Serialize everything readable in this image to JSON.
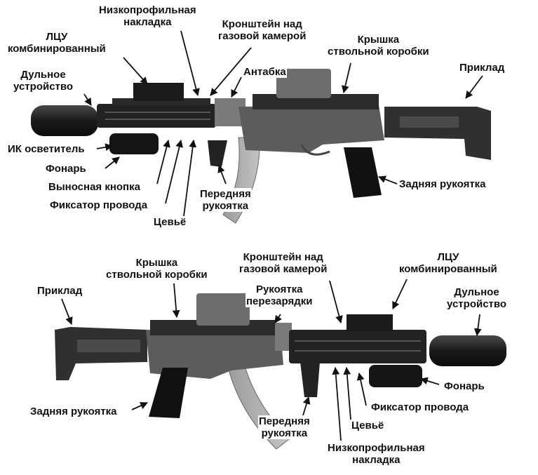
{
  "top_rifle": {
    "labels": {
      "low_profile_cover": "Низкопрофильная\nнакладка",
      "gas_block_mount": "Кронштейн над\nгазовой камерой",
      "receiver_cover": "Крышка\nствольной коробки",
      "stock": "Приклад",
      "combined_laser": "ЛЦУ\nкомбинированный",
      "muzzle_device": "Дульное\nустройство",
      "sling_mount": "Антабка",
      "ir_illuminator": "ИК осветитель",
      "flashlight": "Фонарь",
      "remote_button": "Выносная кнопка",
      "cable_clip": "Фиксатор провода",
      "handguard": "Цевьё",
      "front_grip": "Передняя\nрукоятка",
      "rear_grip": "Задняя рукоятка"
    }
  },
  "bottom_rifle": {
    "labels": {
      "receiver_cover": "Крышка\nствольной коробки",
      "gas_block_mount": "Кронштейн над\nгазовой камерой",
      "combined_laser": "ЛЦУ\nкомбинированный",
      "charging_handle": "Рукоятка\nперезарядки",
      "stock": "Приклад",
      "muzzle_device": "Дульное\nустройство",
      "flashlight": "Фонарь",
      "rear_grip": "Задняя рукоятка",
      "cable_clip": "Фиксатор провода",
      "handguard": "Цевьё",
      "front_grip": "Передняя\nрукоятка",
      "low_profile_cover": "Низкопрофильная\nнакладка"
    }
  },
  "colors": {
    "metal_dark": "#1c1c1c",
    "metal_mid": "#3a3a3a",
    "metal_grey": "#6e6e6e",
    "polymer_grey": "#8a8a8a",
    "magazine_clear": "#a9a9a9",
    "leader_line": "#111111"
  },
  "icons": {
    "leader": "arrow-line"
  }
}
